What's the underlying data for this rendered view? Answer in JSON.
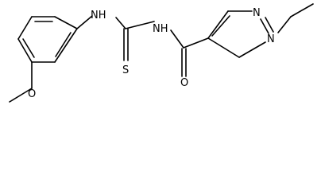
{
  "molecule": {
    "atoms": {
      "nh_left": "NH",
      "nh_right": "NH",
      "sulfur": "S",
      "oxygen_carbonyl": "O",
      "oxygen_ether": "O",
      "n_pyrazole_top": "N",
      "n_pyrazole_ethyl": "N"
    }
  }
}
